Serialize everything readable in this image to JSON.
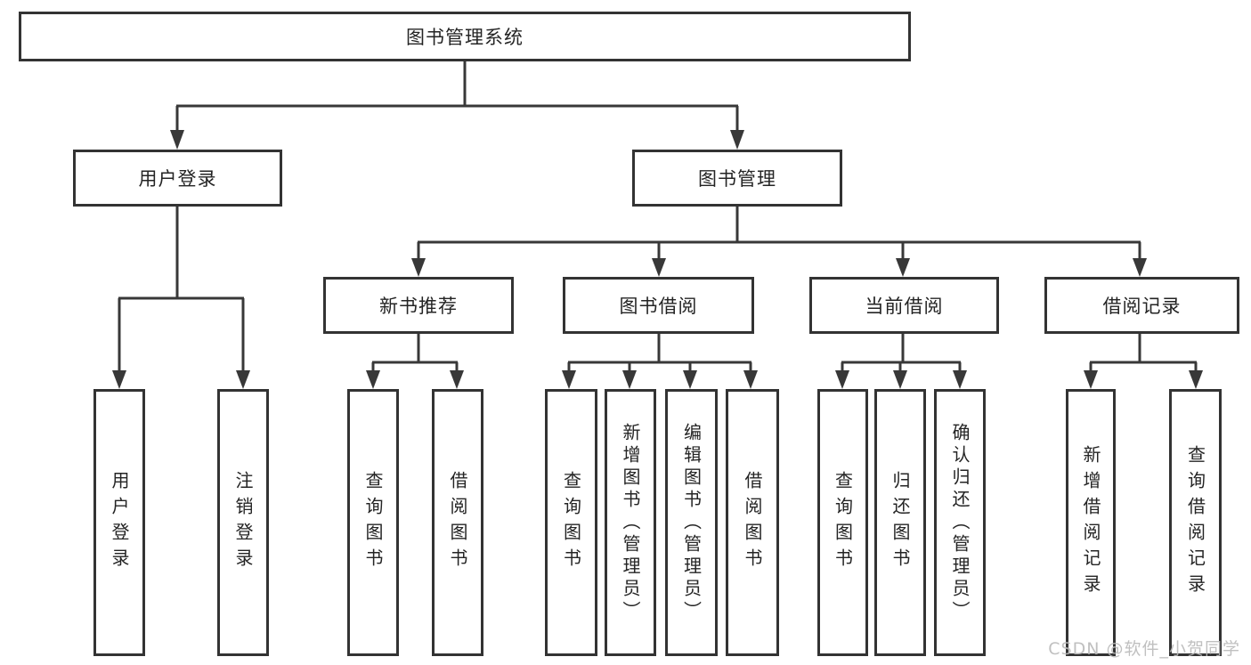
{
  "diagram": {
    "root": {
      "label": "图书管理系统"
    },
    "level2": [
      {
        "label": "用户登录",
        "children": [
          {
            "label": "用户登录"
          },
          {
            "label": "注销登录"
          }
        ]
      },
      {
        "label": "图书管理",
        "children": [
          {
            "label": "新书推荐",
            "children": [
              {
                "label": "查询图书"
              },
              {
                "label": "借阅图书"
              }
            ]
          },
          {
            "label": "图书借阅",
            "children": [
              {
                "label": "查询图书"
              },
              {
                "label": "新增图书（管理员）"
              },
              {
                "label": "编辑图书（管理员）"
              },
              {
                "label": "借阅图书"
              }
            ]
          },
          {
            "label": "当前借阅",
            "children": [
              {
                "label": "查询图书"
              },
              {
                "label": "归还图书"
              },
              {
                "label": "确认归还（管理员）"
              }
            ]
          },
          {
            "label": "借阅记录",
            "children": [
              {
                "label": "新增借阅记录"
              },
              {
                "label": "查询借阅记录"
              }
            ]
          }
        ]
      }
    ]
  },
  "watermark": {
    "text": "CSDN @软件_小贺同学"
  },
  "colors": {
    "line": "#383838",
    "border": "#333333",
    "text": "#242424",
    "watermark": "#b9b9b9"
  }
}
